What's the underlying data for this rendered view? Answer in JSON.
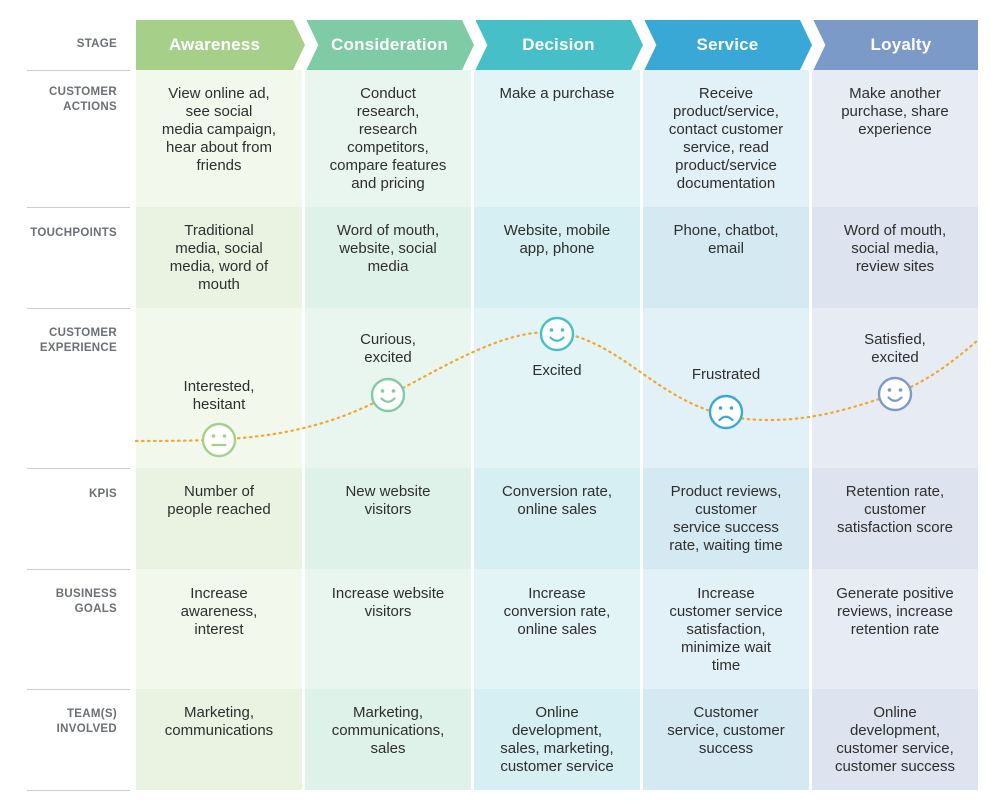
{
  "row_labels": {
    "stage": "STAGE",
    "actions": [
      "CUSTOMER",
      "ACTIONS"
    ],
    "touchpoints": "TOUCHPOINTS",
    "experience": [
      "CUSTOMER",
      "EXPERIENCE"
    ],
    "kpis": "KPIS",
    "goals": [
      "BUSINESS",
      "GOALS"
    ],
    "teams": [
      "TEAM(S)",
      "INVOLVED"
    ]
  },
  "colors": {
    "awareness": "#a6cf8a",
    "consideration": "#7ecba6",
    "decision": "#46bfc9",
    "service": "#3aa8d6",
    "loyalty": "#7b9ac7"
  },
  "stages": [
    {
      "name": "Awareness",
      "actions": [
        "View online ad,",
        "see social",
        "media campaign,",
        "hear about from",
        "friends"
      ],
      "touchpoints": [
        "Traditional",
        "media, social",
        "media, word of",
        "mouth"
      ],
      "experience": [
        "Interested,",
        "hesitant"
      ],
      "face": "neutral-face-icon",
      "kpis": [
        "Number of",
        "people reached"
      ],
      "goals": [
        "Increase",
        "awareness,",
        "interest"
      ],
      "teams": [
        "Marketing,",
        "communications"
      ]
    },
    {
      "name": "Consideration",
      "actions": [
        "Conduct",
        "research,",
        "research",
        "competitors,",
        "compare features",
        "and pricing"
      ],
      "touchpoints": [
        "Word of mouth,",
        "website, social",
        "media"
      ],
      "experience": [
        "Curious,",
        "excited"
      ],
      "face": "smiling-face-icon",
      "kpis": [
        "New website",
        "visitors"
      ],
      "goals": [
        "Increase website",
        "visitors"
      ],
      "teams": [
        "Marketing,",
        "communications,",
        "sales"
      ]
    },
    {
      "name": "Decision",
      "actions": [
        "Make a purchase"
      ],
      "touchpoints": [
        "Website, mobile",
        "app, phone"
      ],
      "experience": [
        "Excited"
      ],
      "face": "smiling-face-icon",
      "kpis": [
        "Conversion rate,",
        "online sales"
      ],
      "goals": [
        "Increase",
        "conversion rate,",
        "online sales"
      ],
      "teams": [
        "Online",
        "development,",
        "sales, marketing,",
        "customer service"
      ]
    },
    {
      "name": "Service",
      "actions": [
        "Receive",
        "product/service,",
        "contact customer",
        "service, read",
        "product/service",
        "documentation"
      ],
      "touchpoints": [
        "Phone, chatbot,",
        "email"
      ],
      "experience": [
        "Frustrated"
      ],
      "face": "frowning-face-icon",
      "kpis": [
        "Product reviews,",
        "customer",
        "service success",
        "rate, waiting time"
      ],
      "goals": [
        "Increase",
        "customer service",
        "satisfaction,",
        "minimize wait",
        "time"
      ],
      "teams": [
        "Customer",
        "service, customer",
        "success"
      ]
    },
    {
      "name": "Loyalty",
      "actions": [
        "Make another",
        "purchase, share",
        "experience"
      ],
      "touchpoints": [
        "Word of mouth,",
        "social media,",
        "review sites"
      ],
      "experience": [
        "Satisfied,",
        "excited"
      ],
      "face": "smiling-face-icon",
      "kpis": [
        "Retention rate,",
        "customer",
        "satisfaction score"
      ],
      "goals": [
        "Generate positive",
        "reviews, increase",
        "retention rate"
      ],
      "teams": [
        "Online",
        "development,",
        "customer service,",
        "customer success"
      ]
    }
  ]
}
